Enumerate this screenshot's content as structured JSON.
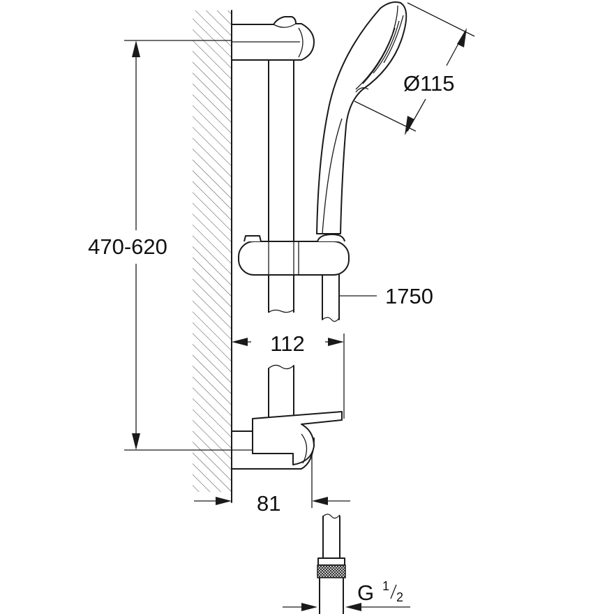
{
  "dimensions": {
    "height_range": "470-620",
    "head_diameter": "Ø115",
    "hose_length": "1750",
    "projection": "112",
    "wall_offset": "81",
    "thread": "G",
    "thread_num": "1",
    "thread_den": "2"
  }
}
